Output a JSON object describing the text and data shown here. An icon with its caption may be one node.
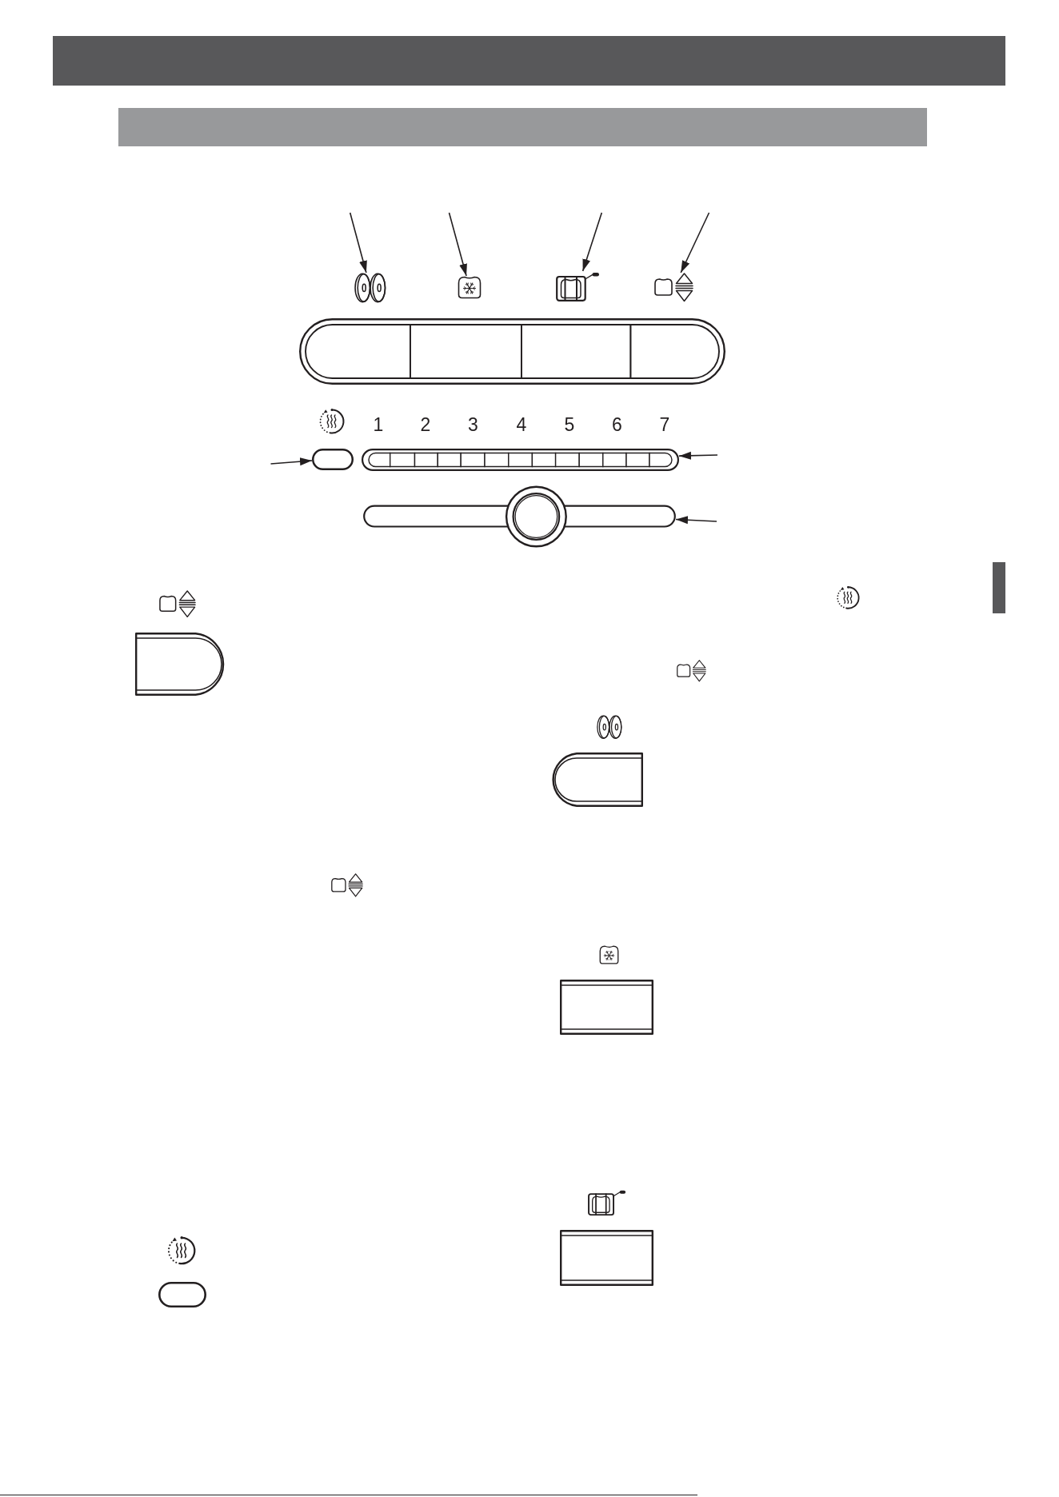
{
  "diagram": {
    "nodes": [
      {
        "text": [],
        "shape": "picture"
      },
      {
        "text": [],
        "shape": "picture"
      },
      {
        "text": [],
        "shape": "picture"
      },
      {
        "text": [],
        "shape": "picture"
      },
      {
        "text": [],
        "shape": "box"
      },
      {
        "text": [],
        "shape": "bar"
      },
      {
        "text": [],
        "shape": "bar"
      }
    ],
    "edges": [
      {
        "from": null,
        "to": 0,
        "arrow": "to"
      },
      {
        "from": null,
        "to": 1,
        "arrow": "to"
      },
      {
        "from": null,
        "to": 2,
        "arrow": "to"
      },
      {
        "from": null,
        "to": 3,
        "arrow": "to"
      },
      {
        "from": null,
        "to": 4,
        "arrow": "to"
      },
      {
        "from": null,
        "to": 5,
        "arrow": "to"
      },
      {
        "from": null,
        "to": 6,
        "arrow": "to"
      }
    ],
    "labels": [
      "1",
      "2",
      "3",
      "4",
      "5",
      "6",
      "7"
    ]
  }
}
